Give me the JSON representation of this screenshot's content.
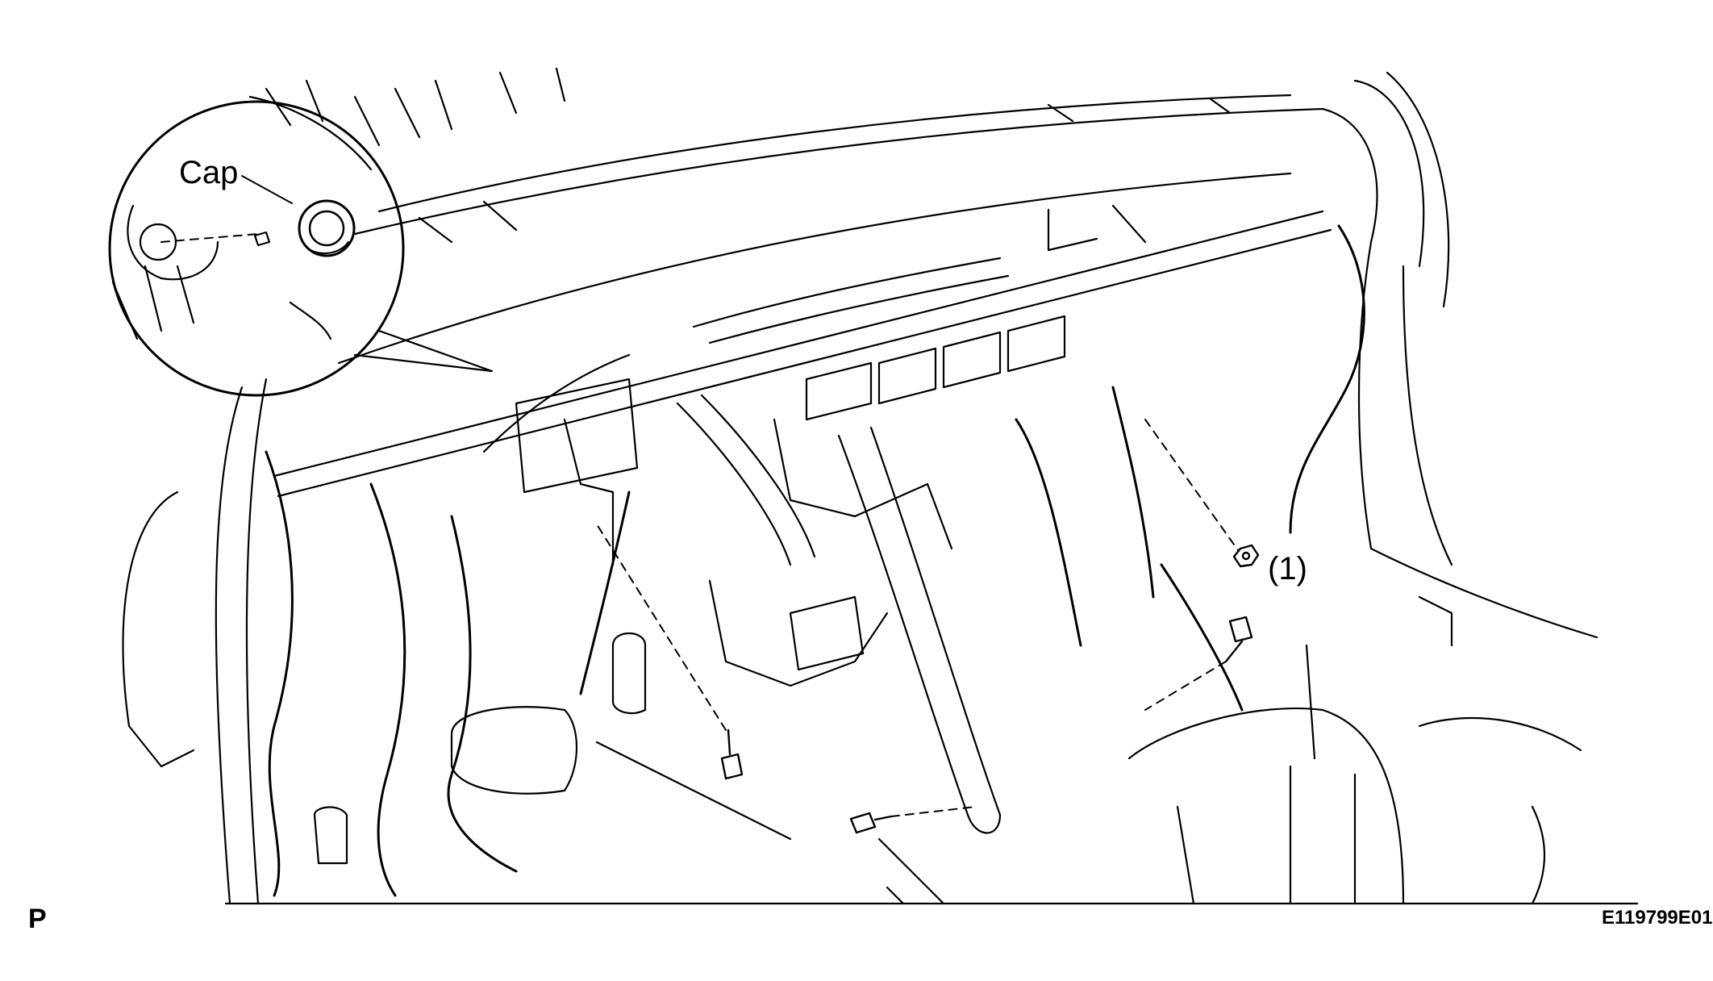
{
  "labels": {
    "cap": "Cap",
    "part_1": "(1)",
    "view_code": "P",
    "figure_id": "E119799E01"
  },
  "colors": {
    "line": "#000000",
    "background": "#ffffff"
  }
}
